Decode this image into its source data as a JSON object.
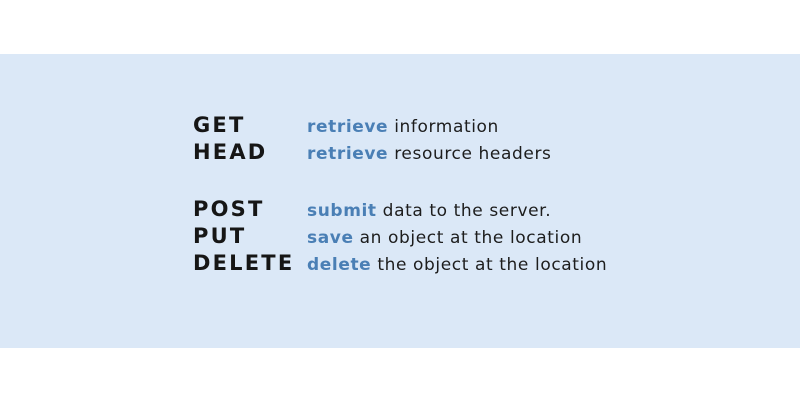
{
  "page": {
    "background_color": "#ffffff",
    "band_color": "#dbe8f7",
    "keyword_color": "#4a7fb5",
    "text_color": "#1d1d1d",
    "method_color": "#161616"
  },
  "groups": [
    {
      "name": "safe-methods",
      "rows": [
        {
          "method": "GET",
          "keyword": "retrieve",
          "rest": " information"
        },
        {
          "method": "HEAD",
          "keyword": "retrieve",
          "rest": " resource headers"
        }
      ]
    },
    {
      "name": "write-methods",
      "rows": [
        {
          "method": "POST",
          "keyword": "submit",
          "rest": " data to the server."
        },
        {
          "method": "PUT",
          "keyword": "save",
          "rest": " an object at the location"
        },
        {
          "method": "DELETE",
          "keyword": "delete",
          "rest": " the object at the location"
        }
      ]
    }
  ]
}
